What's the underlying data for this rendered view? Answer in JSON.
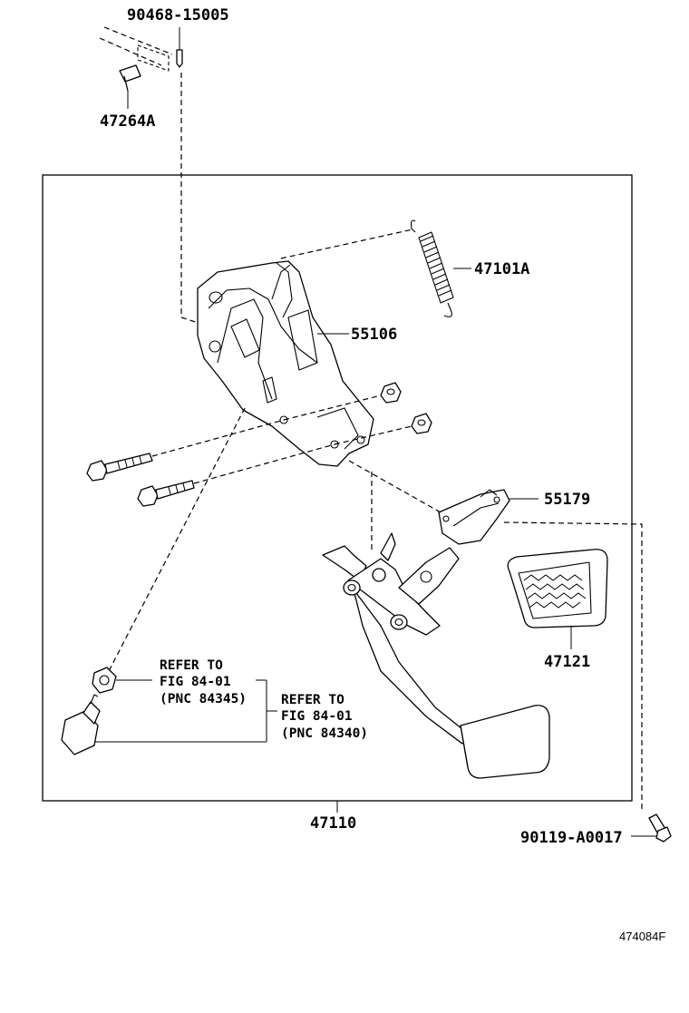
{
  "diagram": {
    "parts": {
      "bolt_top": "90468-15005",
      "clip_top": "47264A",
      "spring": "47101A",
      "bracket": "55106",
      "support": "55179",
      "pedal_pad": "47121",
      "assembly": "47110",
      "bolt_bottom": "90119-A0017"
    },
    "refer_1": {
      "line1": "REFER TO",
      "line2": "FIG 84-01",
      "line3": "(PNC 84345)"
    },
    "refer_2": {
      "line1": "REFER TO",
      "line2": "FIG 84-01",
      "line3": "(PNC 84340)"
    },
    "figure_code": "474084F"
  }
}
